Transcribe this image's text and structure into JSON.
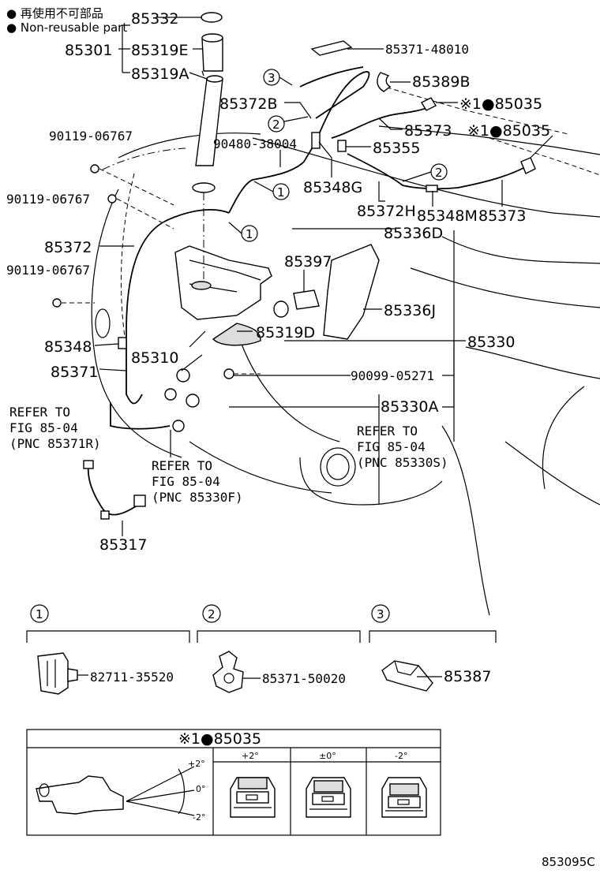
{
  "legend": {
    "line1": "● 再使用不可部品",
    "line2": "● Non-reusable part"
  },
  "callouts": {
    "p85332": "85332",
    "p85301": "85301",
    "p85319E": "85319E",
    "p85319A": "85319A",
    "p85371_48010": "85371-48010",
    "p85389B": "85389B",
    "p85372B": "85372B",
    "p85035_a": "※1●85035",
    "p85373_a": "85373",
    "p85035_b": "※1●85035",
    "p90119_a": "90119-06767",
    "p90480": "90480-38004",
    "p85355": "85355",
    "p85348G": "85348G",
    "p90119_b": "90119-06767",
    "p85372H": "85372H",
    "p85348M": "85348M",
    "p85373_b": "85373",
    "p85336D": "85336D",
    "p85372": "85372",
    "p85397": "85397",
    "p90119_c": "90119-06767",
    "p85336J": "85336J",
    "p85319D": "85319D",
    "p85348": "85348",
    "p85330": "85330",
    "p85310": "85310",
    "p85371": "85371",
    "p90099": "90099-05271",
    "p85330A": "85330A",
    "p85317": "85317"
  },
  "references": {
    "ref_r": [
      "REFER TO",
      "FIG 85-04",
      "(PNC 85371R)"
    ],
    "ref_f": [
      "REFER TO",
      "FIG 85-04",
      "(PNC 85330F)"
    ],
    "ref_s": [
      "REFER TO",
      "FIG 85-04",
      "(PNC 85330S)"
    ]
  },
  "markers": [
    "1",
    "2",
    "3"
  ],
  "detail_parts": {
    "d1": "82711-35520",
    "d2": "85371-50020",
    "d3": "85387"
  },
  "adjust_box": {
    "title": "※1●85035",
    "angles": [
      "+2°",
      "±0°",
      "-2°"
    ],
    "scale": [
      "+2°",
      "0°",
      "-2°"
    ]
  },
  "figure_id": "853095C"
}
